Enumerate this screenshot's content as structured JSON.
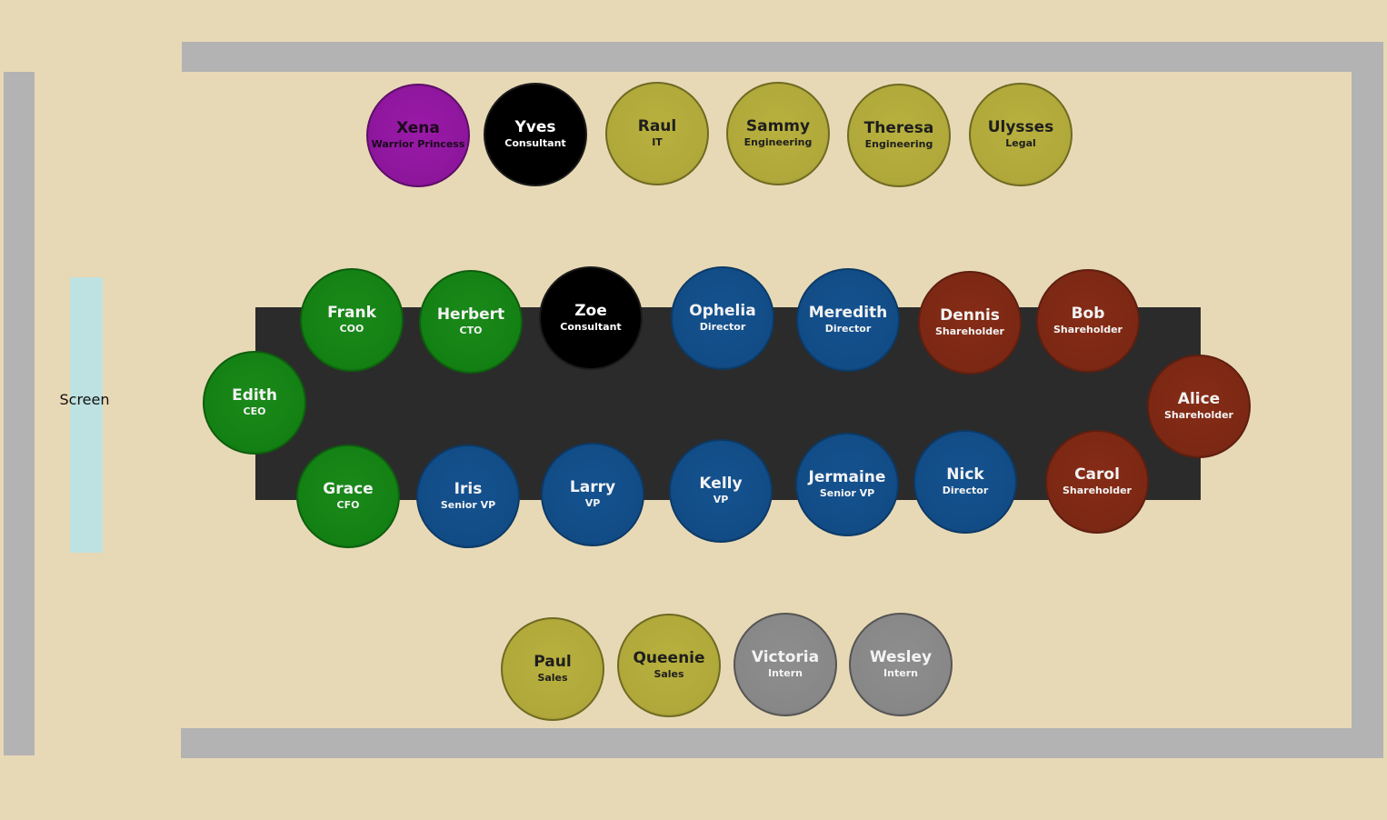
{
  "screen": {
    "label": "Screen"
  },
  "colors": {
    "background": "#e8d9b6",
    "wall": "#b3b3b3",
    "screen": "#bde2e1",
    "table": "#2b2b2b",
    "executive": "#138013",
    "management": "#124c86",
    "shareholder": "#7c2814",
    "staff": "#b0a83a",
    "consultant": "#000000",
    "special": "#8d169c",
    "intern": "#878787"
  },
  "seats": [
    {
      "name": "Xena",
      "role": "Warrior Princess",
      "group": "special"
    },
    {
      "name": "Yves",
      "role": "Consultant",
      "group": "consult"
    },
    {
      "name": "Raul",
      "role": "IT",
      "group": "staff"
    },
    {
      "name": "Sammy",
      "role": "Engineering",
      "group": "staff"
    },
    {
      "name": "Theresa",
      "role": "Engineering",
      "group": "staff"
    },
    {
      "name": "Ulysses",
      "role": "Legal",
      "group": "staff"
    },
    {
      "name": "Frank",
      "role": "COO",
      "group": "exec"
    },
    {
      "name": "Herbert",
      "role": "CTO",
      "group": "exec"
    },
    {
      "name": "Zoe",
      "role": "Consultant",
      "group": "consult"
    },
    {
      "name": "Ophelia",
      "role": "Director",
      "group": "mgmt"
    },
    {
      "name": "Meredith",
      "role": "Director",
      "group": "mgmt"
    },
    {
      "name": "Dennis",
      "role": "Shareholder",
      "group": "holder"
    },
    {
      "name": "Bob",
      "role": "Shareholder",
      "group": "holder"
    },
    {
      "name": "Edith",
      "role": "CEO",
      "group": "exec"
    },
    {
      "name": "Alice",
      "role": "Shareholder",
      "group": "holder"
    },
    {
      "name": "Grace",
      "role": "CFO",
      "group": "exec"
    },
    {
      "name": "Iris",
      "role": "Senior VP",
      "group": "mgmt"
    },
    {
      "name": "Larry",
      "role": "VP",
      "group": "mgmt"
    },
    {
      "name": "Kelly",
      "role": "VP",
      "group": "mgmt"
    },
    {
      "name": "Jermaine",
      "role": "Senior VP",
      "group": "mgmt"
    },
    {
      "name": "Nick",
      "role": "Director",
      "group": "mgmt"
    },
    {
      "name": "Carol",
      "role": "Shareholder",
      "group": "holder"
    },
    {
      "name": "Paul",
      "role": "Sales",
      "group": "staff"
    },
    {
      "name": "Queenie",
      "role": "Sales",
      "group": "staff"
    },
    {
      "name": "Victoria",
      "role": "Intern",
      "group": "intern"
    },
    {
      "name": "Wesley",
      "role": "Intern",
      "group": "intern"
    }
  ]
}
